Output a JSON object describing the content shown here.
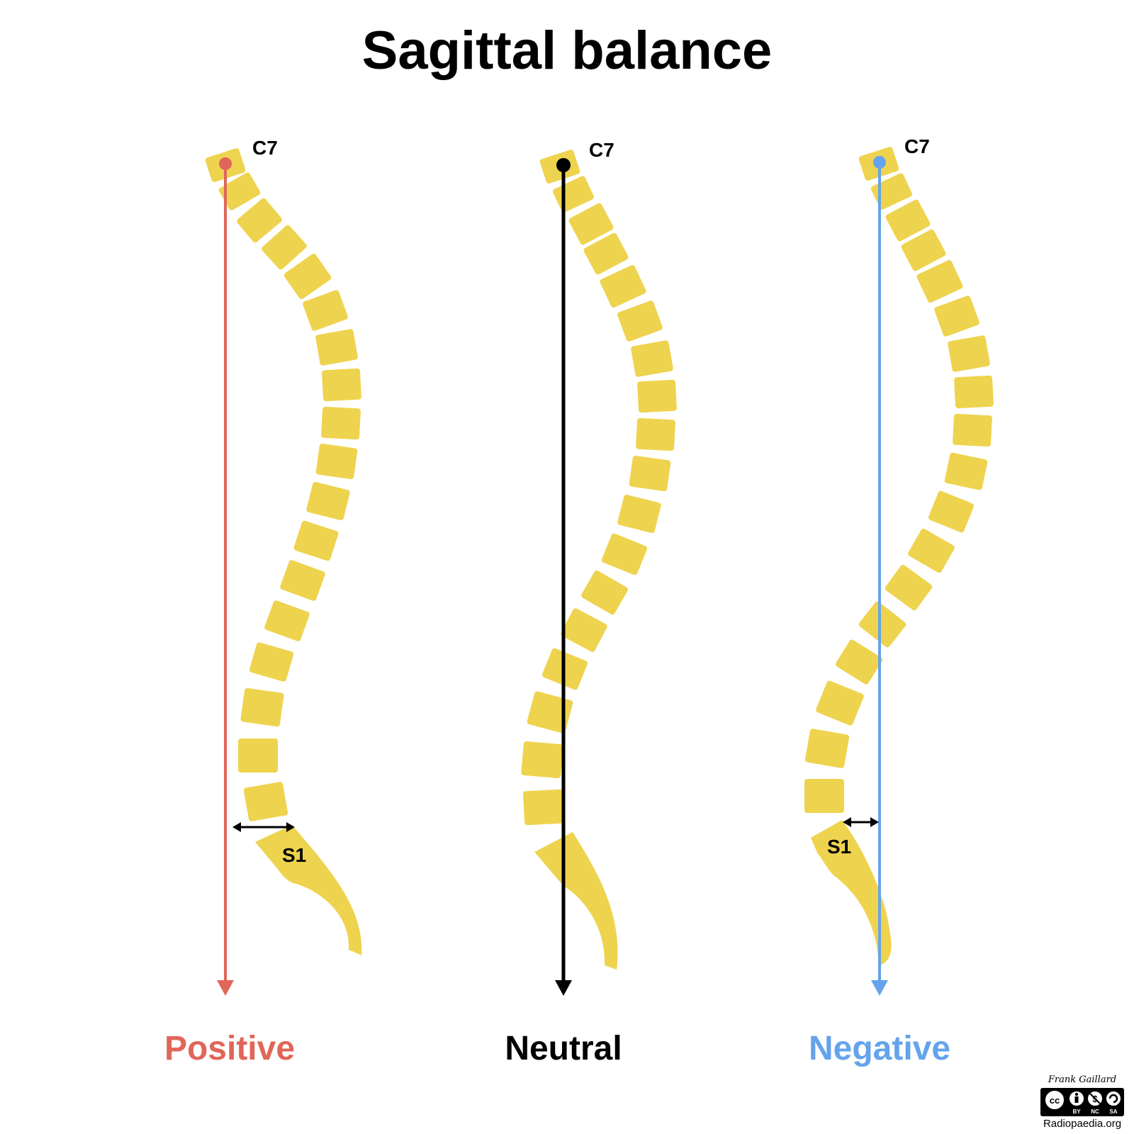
{
  "title": "Sagittal balance",
  "colors": {
    "vertebra": "#EED34E",
    "positive": "#E0665A",
    "neutral": "#000000",
    "negative": "#65A3EC"
  },
  "panels": [
    {
      "id": "positive",
      "label": "Positive",
      "top_label": "C7",
      "bottom_label": "S1"
    },
    {
      "id": "neutral",
      "label": "Neutral",
      "top_label": "C7",
      "bottom_label": ""
    },
    {
      "id": "negative",
      "label": "Negative",
      "top_label": "C7",
      "bottom_label": "S1"
    }
  ],
  "credit": {
    "author": "Frank Gaillard",
    "license_badges": [
      "BY",
      "NC",
      "SA"
    ],
    "site": "Radiopaedia.org"
  }
}
